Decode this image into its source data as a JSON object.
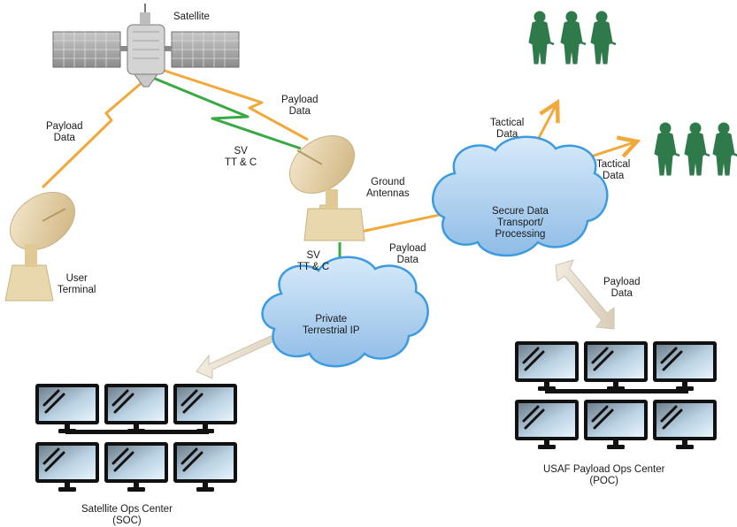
{
  "labels": {
    "satellite": "Satellite",
    "payload_data_user": "Payload\nData",
    "payload_data_sat": "Payload\nData",
    "sv_ttc_upper": "SV\nTT & C",
    "ground_antennas": "Ground\nAntennas",
    "user_terminal": "User\nTerminal",
    "sv_ttc_lower": "SV\nTT & C",
    "payload_data_ground": "Payload\nData",
    "private_ip": "Private\nTerrestrial IP",
    "secure_data": "Secure Data\nTransport/\nProcessing",
    "tactical_data_1": "Tactical\nData",
    "tactical_data_2": "Tactical\nData",
    "payload_data_poc": "Payload\nData",
    "soc": "Satellite Ops Center\n(SOC)",
    "poc": "USAF Payload Ops Center\n(POC)"
  },
  "colors": {
    "payload_link": "#f2a93b",
    "ttc_link": "#3aa845",
    "ground_link": "#f2a93b",
    "cloud_fill": "#a9cdee",
    "cloud_stroke": "#3c9be0",
    "arrow": "#e6dccb",
    "soldier": "#2e7a4a",
    "dish": "#e8d3a6",
    "solar_panel": "#9a9a9a"
  },
  "icons": {
    "satellite": "satellite-icon",
    "dish": "dish-antenna-icon",
    "cloud": "cloud-icon",
    "monitor": "monitor-icon",
    "soldier": "soldier-icon"
  }
}
